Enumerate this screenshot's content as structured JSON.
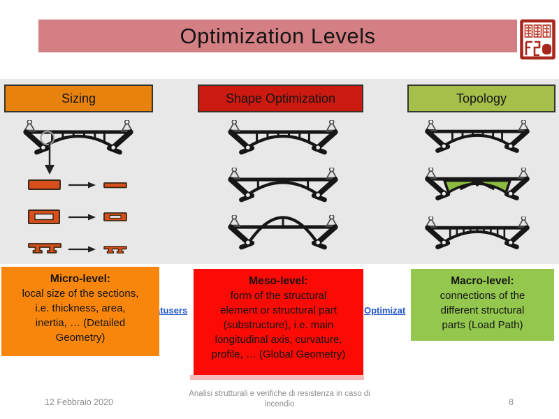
{
  "slide": {
    "title": "Optimization Levels"
  },
  "columns": [
    {
      "header": "Sizing",
      "header_color": "#e8820e",
      "level": {
        "name": "Micro-level:",
        "body": "local size of the sections,\ni.e. thickness, area,\ninertia, … (Detailed\nGeometry)",
        "box_color": "#f8860c"
      }
    },
    {
      "header": "Shape Optimization",
      "header_color": "#cc1a10",
      "level": {
        "name": "Meso-level:",
        "body": "form of the structural\nelement or structural part\n(substructure), i.e. main\nlongitudinal axis, curvature,\nprofile, … (Global Geometry)",
        "box_color": "#fb0a06"
      }
    },
    {
      "header": "Topology",
      "header_color": "#a6bf4b",
      "level": {
        "name": "Macro-level:",
        "body": "connections of the\ndifferent structural\nparts (Load Path)",
        "box_color": "#93c74e"
      }
    }
  ],
  "hyperlink_fragments": {
    "left": "atusers",
    "right": "Optimizat"
  },
  "footer": {
    "date": "12 Febbraio 2020",
    "subject": "Analisi strutturali e verifiche di resistenza in caso di incendio",
    "page_number": "8"
  },
  "icons": {
    "seal": "red-seal-stamp-logo",
    "bridges": [
      "truss-arch-bridge",
      "smooth-arch-bridge",
      "high-arch-bridge",
      "green-web-bridge",
      "dense-truss-bridge"
    ],
    "sections": [
      "solid-rect-section",
      "hollow-rect-section",
      "double-t-section"
    ],
    "arrows": [
      "down-arrow",
      "right-arrow"
    ]
  },
  "colors": {
    "title_bar": "#d47f83",
    "panel_bg": "#e9e8e8",
    "section_fill": "#d84e1c",
    "green_web": "#8cbb41",
    "link_blue": "#2356c7",
    "footer_gray": "#8f8f8f",
    "seal_red": "#a8261c"
  }
}
